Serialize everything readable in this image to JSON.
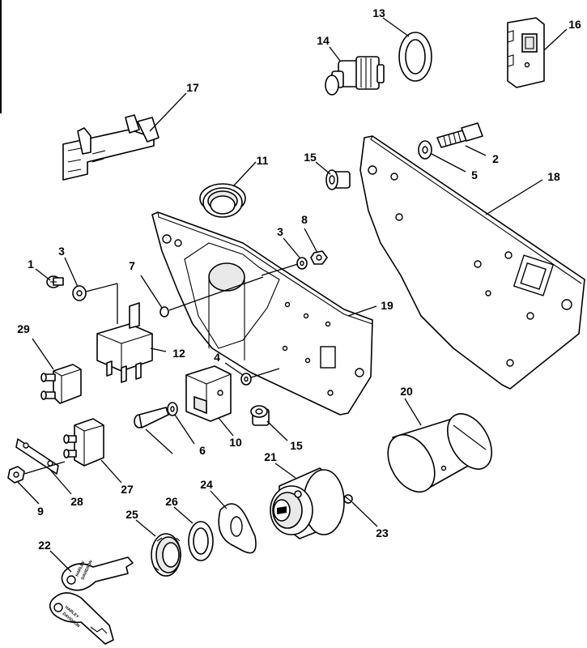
{
  "callouts": [
    {
      "id": "1",
      "label": "1"
    },
    {
      "id": "2",
      "label": "2"
    },
    {
      "id": "3a",
      "label": "3"
    },
    {
      "id": "3b",
      "label": "3"
    },
    {
      "id": "4",
      "label": "4"
    },
    {
      "id": "5",
      "label": "5"
    },
    {
      "id": "6",
      "label": "6"
    },
    {
      "id": "7",
      "label": "7"
    },
    {
      "id": "8",
      "label": "8"
    },
    {
      "id": "9",
      "label": "9"
    },
    {
      "id": "10",
      "label": "10"
    },
    {
      "id": "11",
      "label": "11"
    },
    {
      "id": "12",
      "label": "12"
    },
    {
      "id": "13",
      "label": "13"
    },
    {
      "id": "14",
      "label": "14"
    },
    {
      "id": "15a",
      "label": "15"
    },
    {
      "id": "15b",
      "label": "15"
    },
    {
      "id": "16",
      "label": "16"
    },
    {
      "id": "17",
      "label": "17"
    },
    {
      "id": "18",
      "label": "18"
    },
    {
      "id": "19",
      "label": "19"
    },
    {
      "id": "20",
      "label": "20"
    },
    {
      "id": "21",
      "label": "21"
    },
    {
      "id": "22",
      "label": "22"
    },
    {
      "id": "23",
      "label": "23"
    },
    {
      "id": "24",
      "label": "24"
    },
    {
      "id": "25",
      "label": "25"
    },
    {
      "id": "26",
      "label": "26"
    },
    {
      "id": "27",
      "label": "27"
    },
    {
      "id": "28",
      "label": "28"
    },
    {
      "id": "29",
      "label": "29"
    }
  ],
  "key_stamp": {
    "line1": "HARLEY",
    "line2": "DAVIDSON"
  }
}
